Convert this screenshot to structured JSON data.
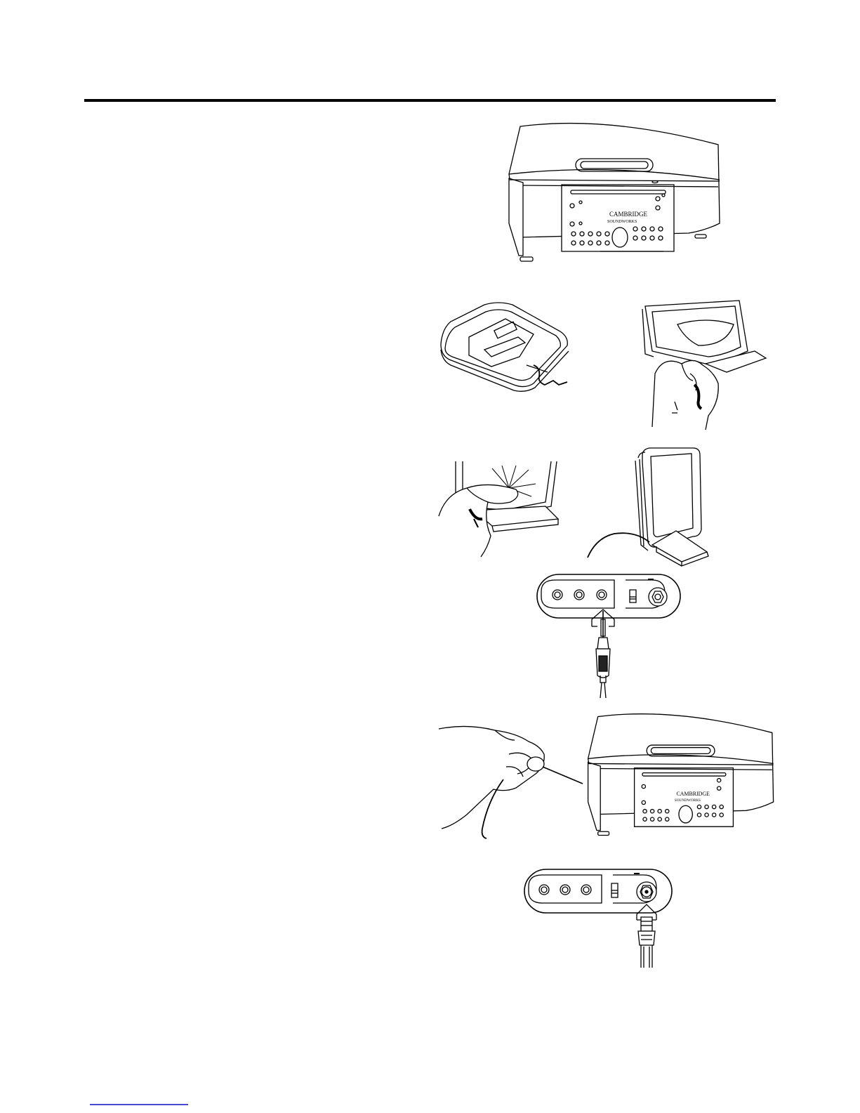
{
  "page": {
    "background": "#ffffff",
    "ink": "#000000",
    "footer_link_color": "#4a4ad8"
  },
  "figures": {
    "unit_front": {
      "brand_line1": "CAMBRIDGE",
      "brand_line2": "SOUNDWORKS"
    },
    "unit_with_headphones": {
      "brand_line1": "CAMBRIDGE",
      "brand_line2": "SOUNDWORKS"
    }
  }
}
